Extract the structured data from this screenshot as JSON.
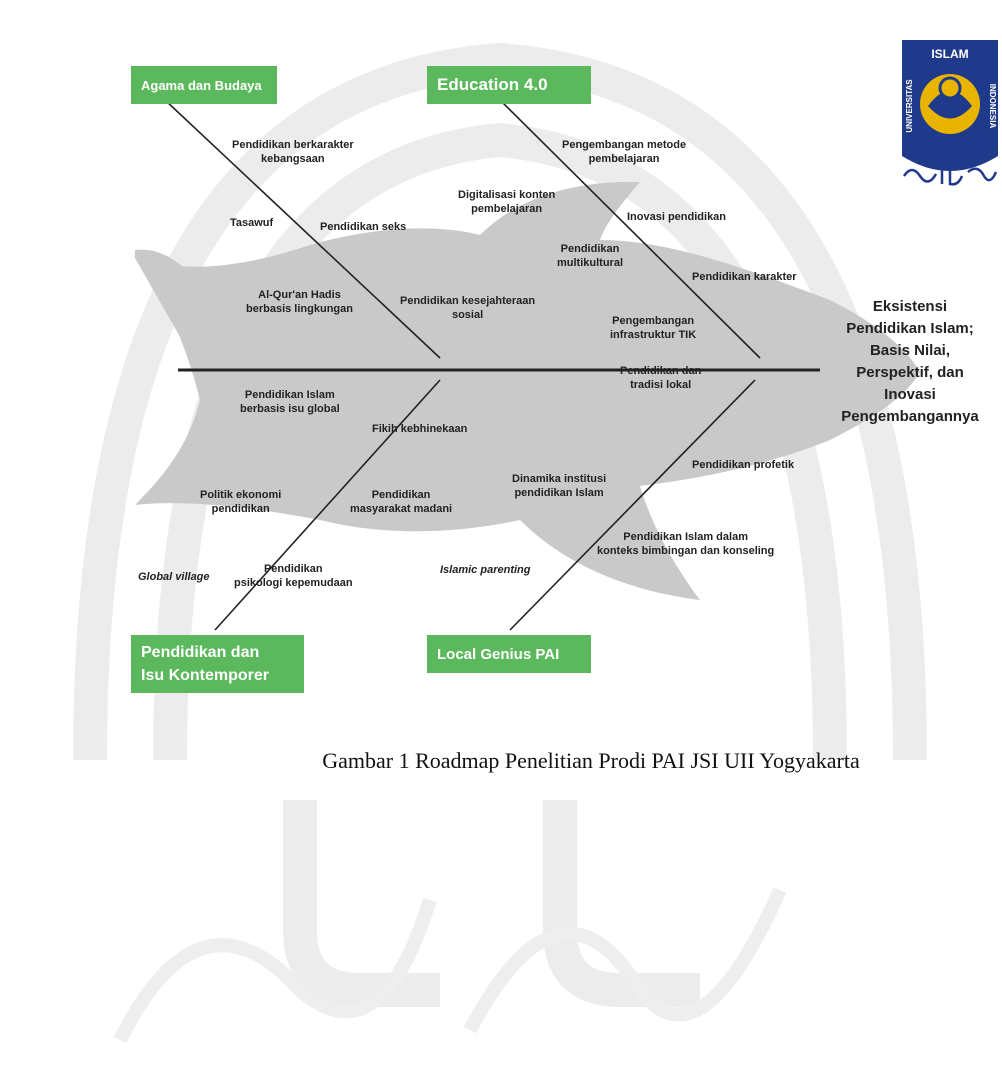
{
  "effect": "Eksistensi\nPendidikan Islam;\nBasis Nilai,\nPerspektif, dan\nInovasi\nPengembangannya",
  "categories": [
    {
      "title": "Agama dan Budaya"
    },
    {
      "title": "Education 4.0"
    },
    {
      "title": "Pendidikan dan\nIsu Kontemporer"
    },
    {
      "title": "Local Genius PAI"
    }
  ],
  "causes": {
    "agama": [
      "Pendidikan berkarakter\nkebangsaan",
      "Tasawuf",
      "Pendidikan seks",
      "Al-Qur'an Hadis\nberbasis lingkungan",
      "Pendidikan kesejahteraan\nsosial"
    ],
    "education": [
      "Pengembangan metode\npembelajaran",
      "Digitalisasi konten\npembelajaran",
      "Inovasi pendidikan",
      "Pendidikan\nmultikultural",
      "Pendidikan karakter",
      "Pengembangan\ninfrastruktur TIK"
    ],
    "kontemporer": [
      "Pendidikan Islam\nberbasis isu global",
      "Fikih kebhinekaan",
      "Politik ekonomi\npendidikan",
      "Pendidikan\nmasyarakat madani",
      "Global village",
      "Pendidikan\npsikologi kepemudaan"
    ],
    "local": [
      "Pendidikan dan\ntradisi lokal",
      "Pendidikan profetik",
      "Dinamika institusi\npendidikan Islam",
      "Pendidikan Islam dalam\nkonteks bimbingan dan konseling",
      "Islamic parenting"
    ]
  },
  "logo": {
    "top": "ISLAM",
    "left": "UNIVERSITAS",
    "right": "INDONESIA"
  },
  "caption": "Gambar 1 Roadmap Penelitian  Prodi PAI JSI UII Yogyakarta",
  "colors": {
    "category_bg": "#5cb85c",
    "fish": "#c9c9c9",
    "spine": "#222222",
    "logo_blue": "#1f3a8a",
    "logo_gold": "#e8b400"
  }
}
